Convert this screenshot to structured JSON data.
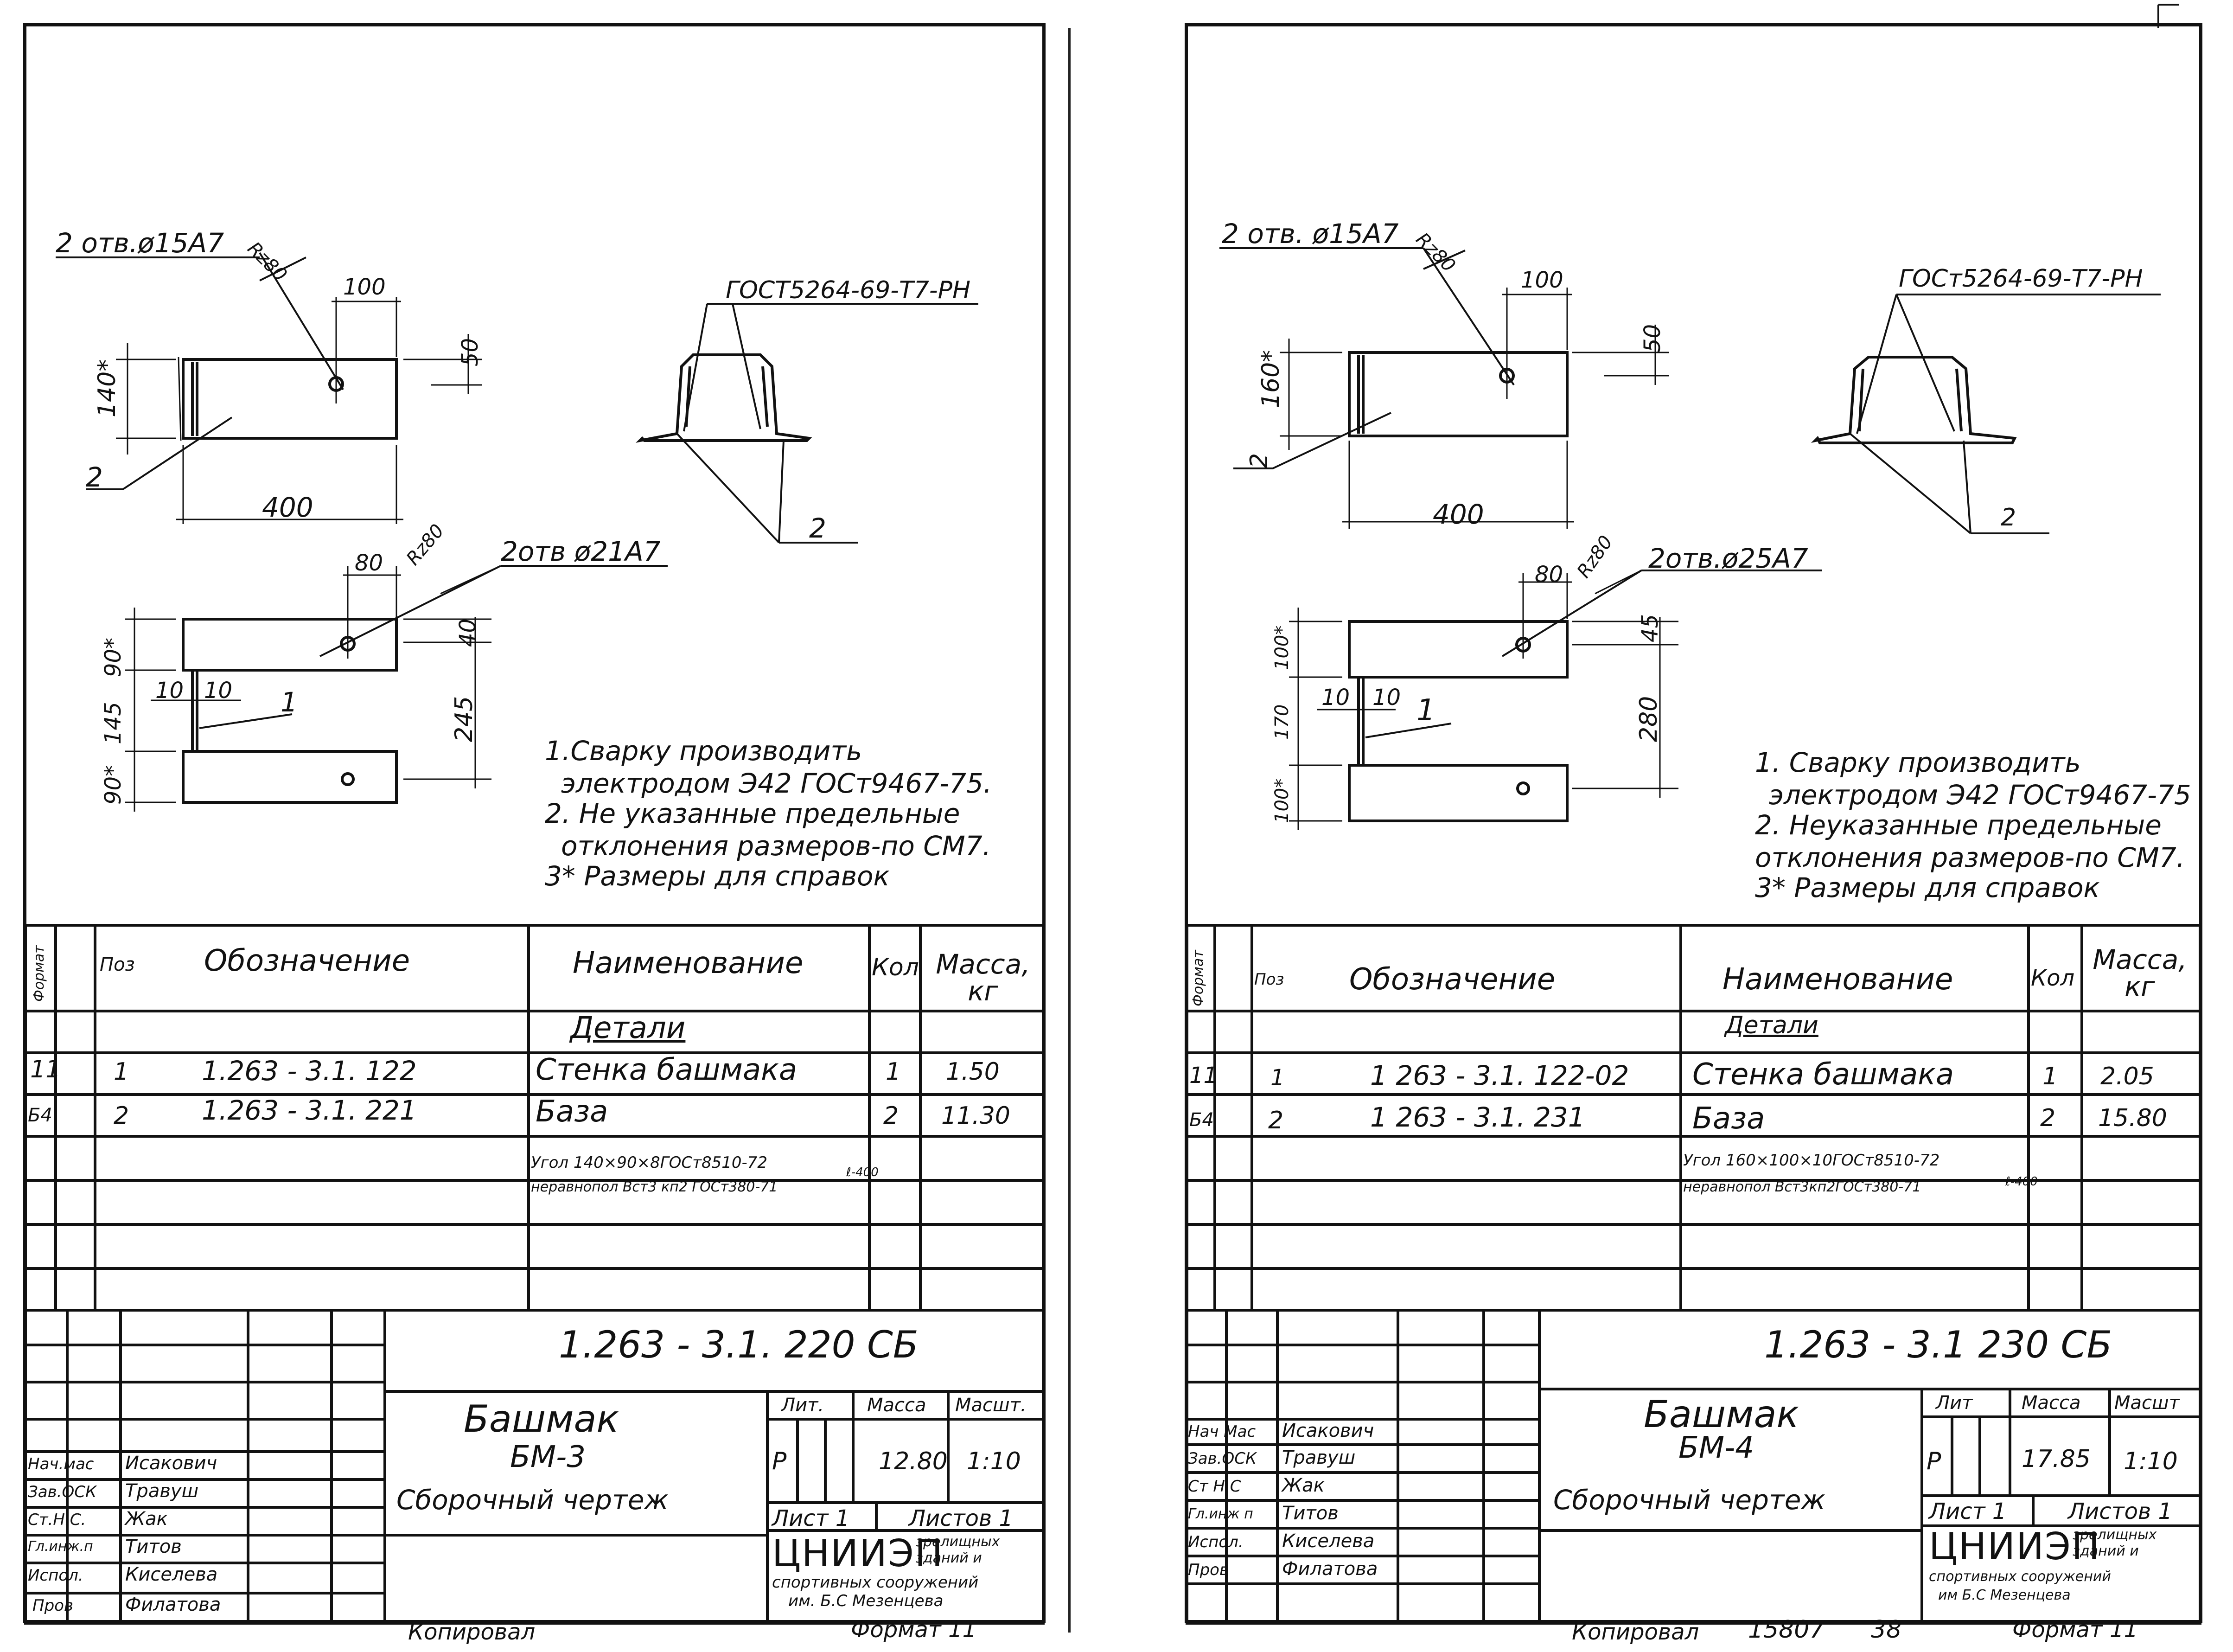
{
  "left": {
    "drawing": {
      "top_hole": "2 отв.ø15A7",
      "top_rz": "Rz80",
      "dim_100": "100",
      "dim_50": "50",
      "dim_140": "140*",
      "dim_400": "400",
      "pos_2": "2",
      "weld_gost": "ГОСТ5264-69-Т7-РН",
      "pos_2b": "2",
      "dim_80": "80",
      "bot_rz": "Rz80",
      "bot_hole": "2отв ø21A7",
      "dim_90a": "90*",
      "dim_145": "145",
      "dim_90b": "90*",
      "dim_10a": "10",
      "dim_10b": "10",
      "pos_1": "1",
      "dim_40": "40",
      "dim_245": "245"
    },
    "notes": [
      "1.Сварку производить",
      "электродом Э42 ГОСт9467-75.",
      "2. Не указанные предельные",
      "отклонения размеров-по СМ7.",
      "3* Размеры для справок"
    ],
    "table": {
      "headers": {
        "format": "Формат",
        "pos": "Поз",
        "designation": "Обозначение",
        "name": "Наименование",
        "qty": "Кол",
        "mass": "Масса, кг"
      },
      "section": "Детали",
      "rows": [
        {
          "format": "11",
          "pos": "1",
          "designation": "1.263 - 3.1. 122",
          "name": "Стенка башмака",
          "qty": "1",
          "mass": "1.50"
        },
        {
          "format": "Б4",
          "pos": "2",
          "designation": "1.263 - 3.1. 221",
          "name": "База",
          "qty": "2",
          "mass": "11.30"
        }
      ],
      "material_line1": "Угол 140×90×8ГОСт8510-72",
      "material_line2": "неравнопол Вст3 кп2 ГОСт380-71",
      "material_length": "ℓ-400"
    },
    "title_block": {
      "doc_number": "1.263 - 3.1. 220 СБ",
      "name_line1": "Башмак",
      "name_line2": "БМ-3",
      "name_line3": "Сборочный чертеж",
      "lit_label": "Лит.",
      "mass_label": "Масса",
      "scale_label": "Масшт.",
      "lit_value": "Р",
      "mass_value": "12.80",
      "scale_value": "1:10",
      "sheet_label": "Лист 1",
      "sheets_label": "Листов 1",
      "org_name": "ЦНИИЭП",
      "org_line1": "зрелищных",
      "org_line2": "зданий и",
      "org_line3": "спортивных сооружений",
      "org_line4": "им. Б.С Мезенцева",
      "roles": [
        {
          "role": "Нач.мас",
          "person": "Исакович"
        },
        {
          "role": "Зав.ОСК",
          "person": "Травуш"
        },
        {
          "role": "Ст.Н.С.",
          "person": "Жак"
        },
        {
          "role": "Гл.инж.п",
          "person": "Титов"
        },
        {
          "role": "Испол.",
          "person": "Киселева"
        },
        {
          "role": "Пров",
          "person": "Филатова"
        }
      ]
    },
    "footer_copied": "Копировал",
    "footer_format": "Формат 11"
  },
  "right": {
    "drawing": {
      "top_hole": "2 отв. ø15A7",
      "top_rz": "Rz80",
      "dim_100": "100",
      "dim_50": "50",
      "dim_160": "160*",
      "dim_400": "400",
      "pos_2": "2",
      "weld_gost": "ГОСт5264-69-Т7-РН",
      "pos_2b": "2",
      "dim_80": "80",
      "bot_rz": "Rz80",
      "bot_hole": "2отв.ø25A7",
      "dim_100a": "100*",
      "dim_170": "170",
      "dim_100b": "100*",
      "dim_10a": "10",
      "dim_10b": "10",
      "pos_1": "1",
      "dim_45": "45",
      "dim_280": "280"
    },
    "notes": [
      "1. Сварку производить",
      "электродом Э42 ГОСт9467-75",
      "2. Неуказанные предельные",
      "отклонения размеров-по СМ7.",
      "3* Размеры для справок"
    ],
    "table": {
      "headers": {
        "format": "Формат",
        "pos": "Поз",
        "designation": "Обозначение",
        "name": "Наименование",
        "qty": "Кол",
        "mass": "Масса, кг"
      },
      "section": "Детали",
      "rows": [
        {
          "format": "11",
          "pos": "1",
          "designation": "1 263 - 3.1. 122-02",
          "name": "Стенка башмака",
          "qty": "1",
          "mass": "2.05"
        },
        {
          "format": "Б4",
          "pos": "2",
          "designation": "1 263 - 3.1. 231",
          "name": "База",
          "qty": "2",
          "mass": "15.80"
        }
      ],
      "material_line1": "Угол 160×100×10ГОСт8510-72",
      "material_line2": "неравнопол Вст3кп2ГОСт380-71",
      "material_length": "ℓ-400"
    },
    "title_block": {
      "doc_number": "1.263 - 3.1 230 СБ",
      "name_line1": "Башмак",
      "name_line2": "БМ-4",
      "name_line3": "Сборочный чертеж",
      "lit_label": "Лит",
      "mass_label": "Масса",
      "scale_label": "Масшт",
      "lit_value": "Р",
      "mass_value": "17.85",
      "scale_value": "1:10",
      "sheet_label": "Лист 1",
      "sheets_label": "Листов 1",
      "org_name": "ЦНИИЭП",
      "org_line1": "зрелищных",
      "org_line2": "зданий и",
      "org_line3": "спортивных сооружений",
      "org_line4": "им Б.С Мезенцева",
      "roles": [
        {
          "role": "Нач Мас",
          "person": "Исакович"
        },
        {
          "role": "Зав.ОСК",
          "person": "Травуш"
        },
        {
          "role": "Ст Н.С",
          "person": "Жак"
        },
        {
          "role": "Гл.инж п",
          "person": "Титов"
        },
        {
          "role": "Испол.",
          "person": "Киселева"
        },
        {
          "role": "Пров",
          "person": "Филатова"
        }
      ]
    },
    "footer_copied": "Копировал",
    "footer_number": "15807",
    "footer_page": "38",
    "footer_format": "Формат 11"
  }
}
